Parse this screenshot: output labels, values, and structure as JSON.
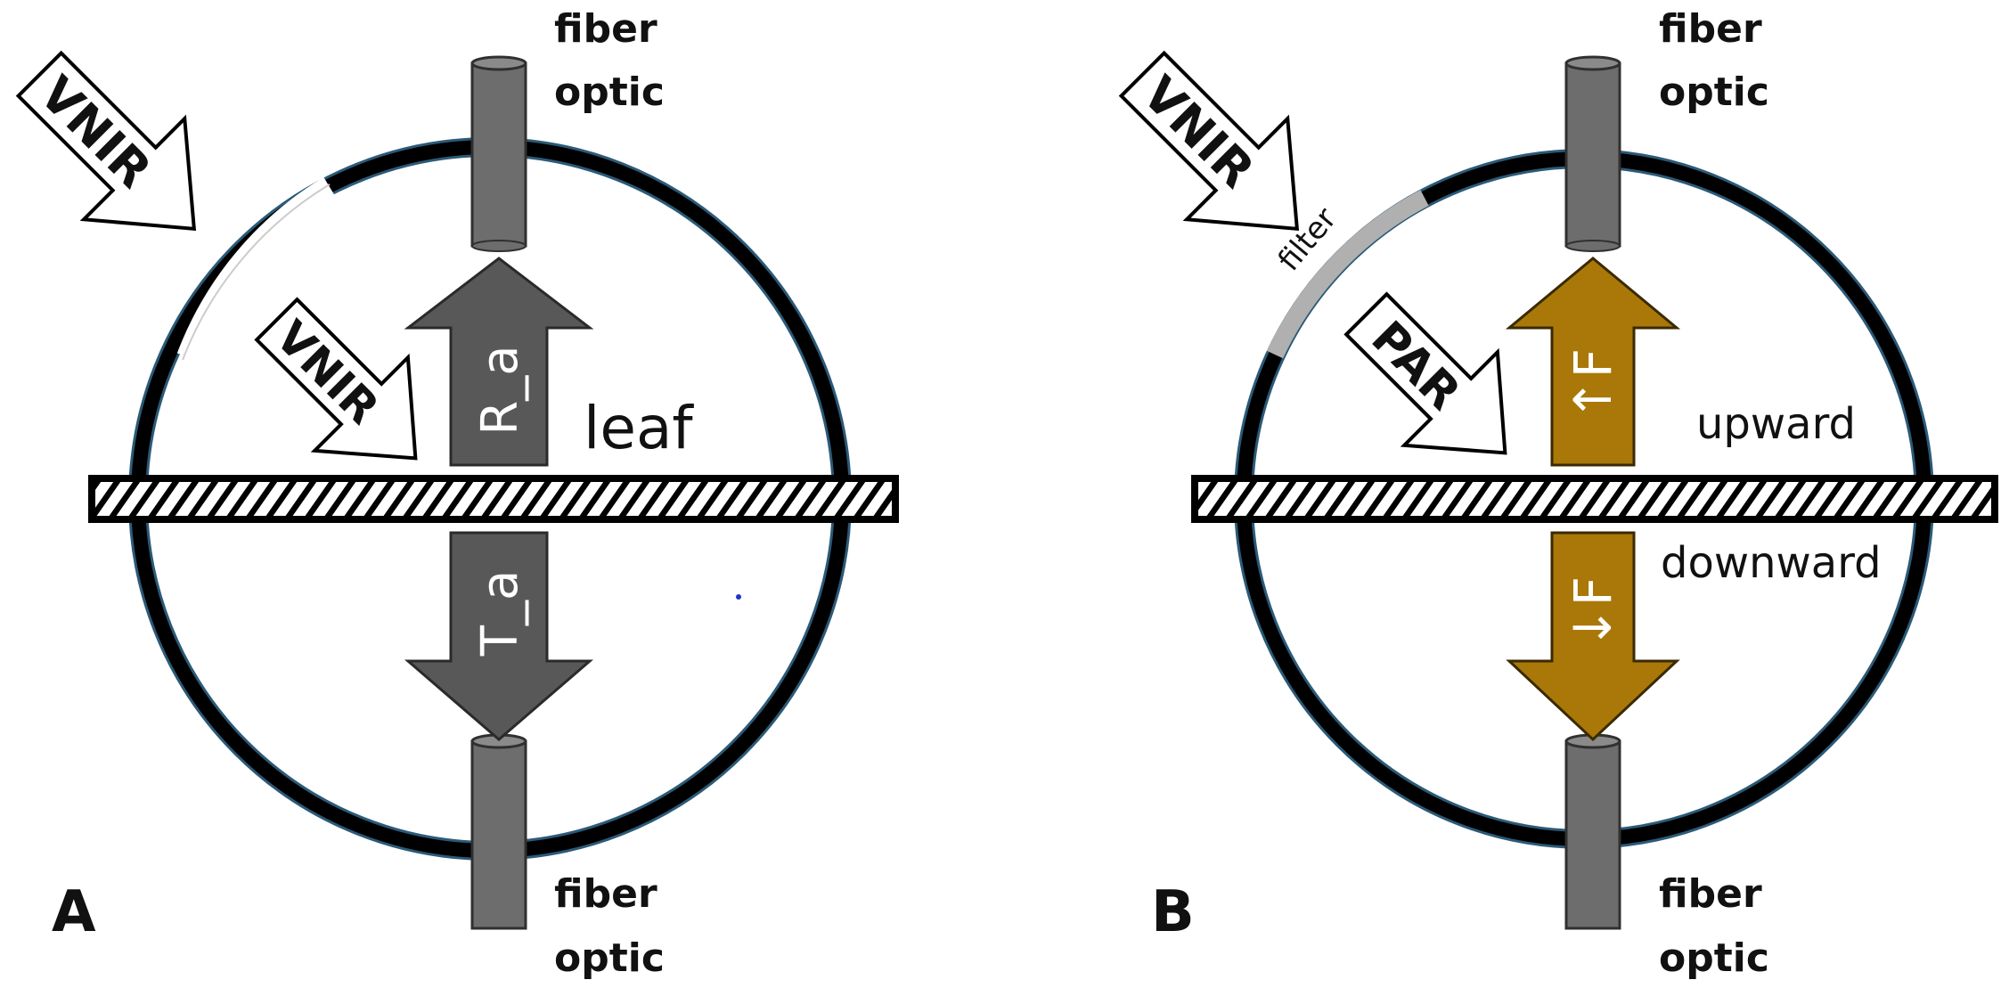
{
  "colors": {
    "ring": "#000000",
    "ring_edge": "#2b5a78",
    "fiber": "#6d6d6d",
    "fiber_stroke": "#303030",
    "gray_arrow": "#585858",
    "fluor_arrow": "#a97808",
    "filter": "#b0b0b0"
  },
  "panels": [
    {
      "label": "A",
      "fiber_top": [
        "fiber",
        "optic"
      ],
      "fiber_bottom": [
        "fiber",
        "optic"
      ],
      "outer_light": "VNIR",
      "inner_light": "VNIR",
      "up_arrow": "R_a",
      "down_arrow": "T_a",
      "sample": "leaf"
    },
    {
      "label": "B",
      "fiber_top": [
        "fiber",
        "optic"
      ],
      "fiber_bottom": [
        "fiber",
        "optic"
      ],
      "outer_light": "VNIR",
      "inner_light": "PAR",
      "filter": "filter",
      "up_arrow": "↑F",
      "down_arrow": "↓F",
      "up_label": "upward",
      "down_label": "downward"
    }
  ]
}
